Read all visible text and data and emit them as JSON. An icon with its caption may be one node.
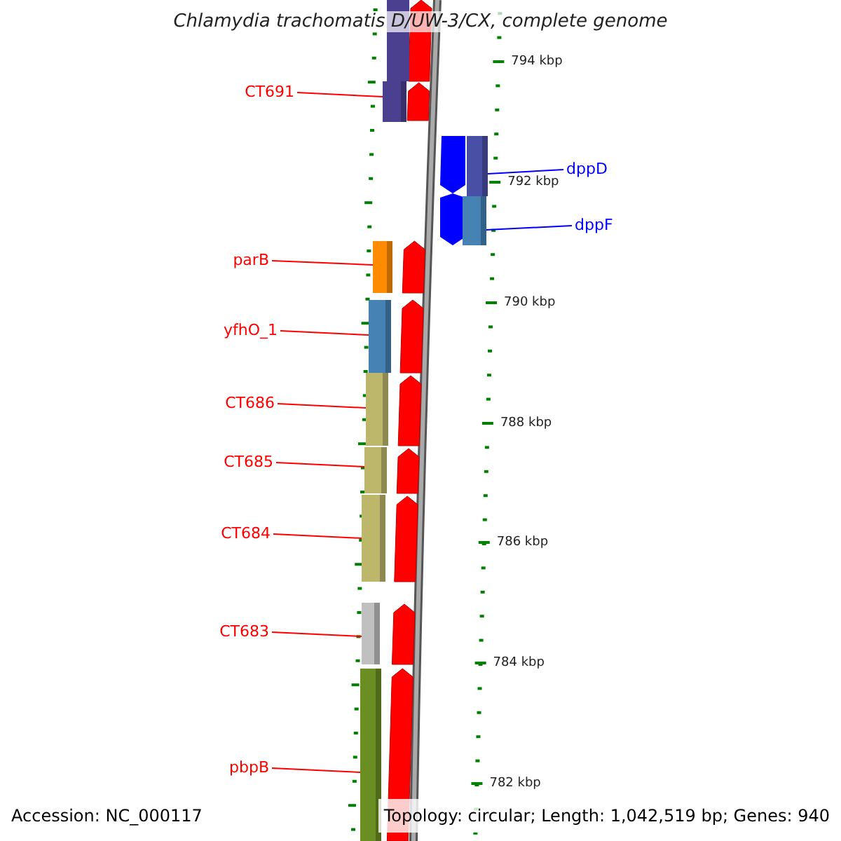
{
  "diagram": {
    "title": "Chlamydia trachomatis D/UW-3/CX, complete genome",
    "nodes": [
      {
        "text": [
          "CT691"
        ]
      },
      {
        "text": [],
        "shape": "bar"
      },
      {
        "text": [
          "dppD"
        ]
      },
      {
        "text": [],
        "shape": "bar"
      },
      {
        "text": [
          "dppF"
        ]
      },
      {
        "text": [],
        "shape": "bar"
      },
      {
        "text": [
          "parB"
        ]
      },
      {
        "text": [],
        "shape": "bar"
      },
      {
        "text": [
          "yfhO_1"
        ]
      },
      {
        "text": [],
        "shape": "bar"
      },
      {
        "text": [
          "CT686"
        ]
      },
      {
        "text": [],
        "shape": "bar"
      },
      {
        "text": [
          "CT685"
        ]
      },
      {
        "text": [],
        "shape": "bar"
      },
      {
        "text": [
          "CT684"
        ]
      },
      {
        "text": [],
        "shape": "bar"
      },
      {
        "text": [
          "CT683"
        ]
      },
      {
        "text": [],
        "shape": "bar"
      },
      {
        "text": [
          "pbpB"
        ]
      },
      {
        "text": [],
        "shape": "bar"
      }
    ],
    "edges": [
      {
        "from": 0,
        "to": 1,
        "arrow": "none"
      },
      {
        "from": 2,
        "to": 3,
        "arrow": "none",
        "color": "#0000ff"
      },
      {
        "from": 4,
        "to": 5,
        "arrow": "none",
        "color": "#0000ff"
      },
      {
        "from": 6,
        "to": 7,
        "arrow": "none"
      },
      {
        "from": 8,
        "to": 9,
        "arrow": "none"
      },
      {
        "from": 10,
        "to": 11,
        "arrow": "none"
      },
      {
        "from": 12,
        "to": 13,
        "arrow": "none"
      },
      {
        "from": 14,
        "to": 15,
        "arrow": "none"
      },
      {
        "from": 16,
        "to": 17,
        "arrow": "none"
      },
      {
        "from": 18,
        "to": 19,
        "arrow": "none"
      }
    ],
    "labels": [
      "794 kbp",
      "792 kbp",
      "790 kbp",
      "788 kbp",
      "786 kbp",
      "784 kbp",
      "782 kbp",
      "Accession: NC_000117",
      "Topology: circular; Length: 1,042,519 bp; Genes: 940"
    ]
  }
}
